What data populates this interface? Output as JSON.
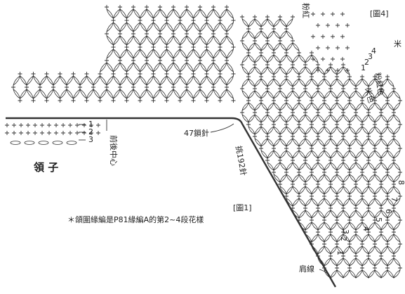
{
  "labels": {
    "figure1": "[圖1]",
    "figure4": "[圖4]",
    "collar": "領 子",
    "front_back_center": "前後中心",
    "chain_47": "47鎖針",
    "pick_192": "挑192針",
    "shoulder_line": "肩線",
    "color_pink": "粉紅色",
    "color_rice": "米色",
    "color_rice_top": "米",
    "color_pink_top": "粉紅",
    "note": "＊頜圍緣編是P81緣編A的第2~4段花樣"
  },
  "row_numbers": {
    "collar_rows": [
      "1",
      "2",
      "3"
    ],
    "shoulder_rows": [
      "1",
      "2",
      "3",
      "4",
      "5",
      "6",
      "7",
      "8"
    ],
    "figure4_rows": [
      "1",
      "2",
      "3",
      "4"
    ]
  },
  "colors": {
    "line": "#333333",
    "text": "#222222",
    "background": "#ffffff"
  }
}
